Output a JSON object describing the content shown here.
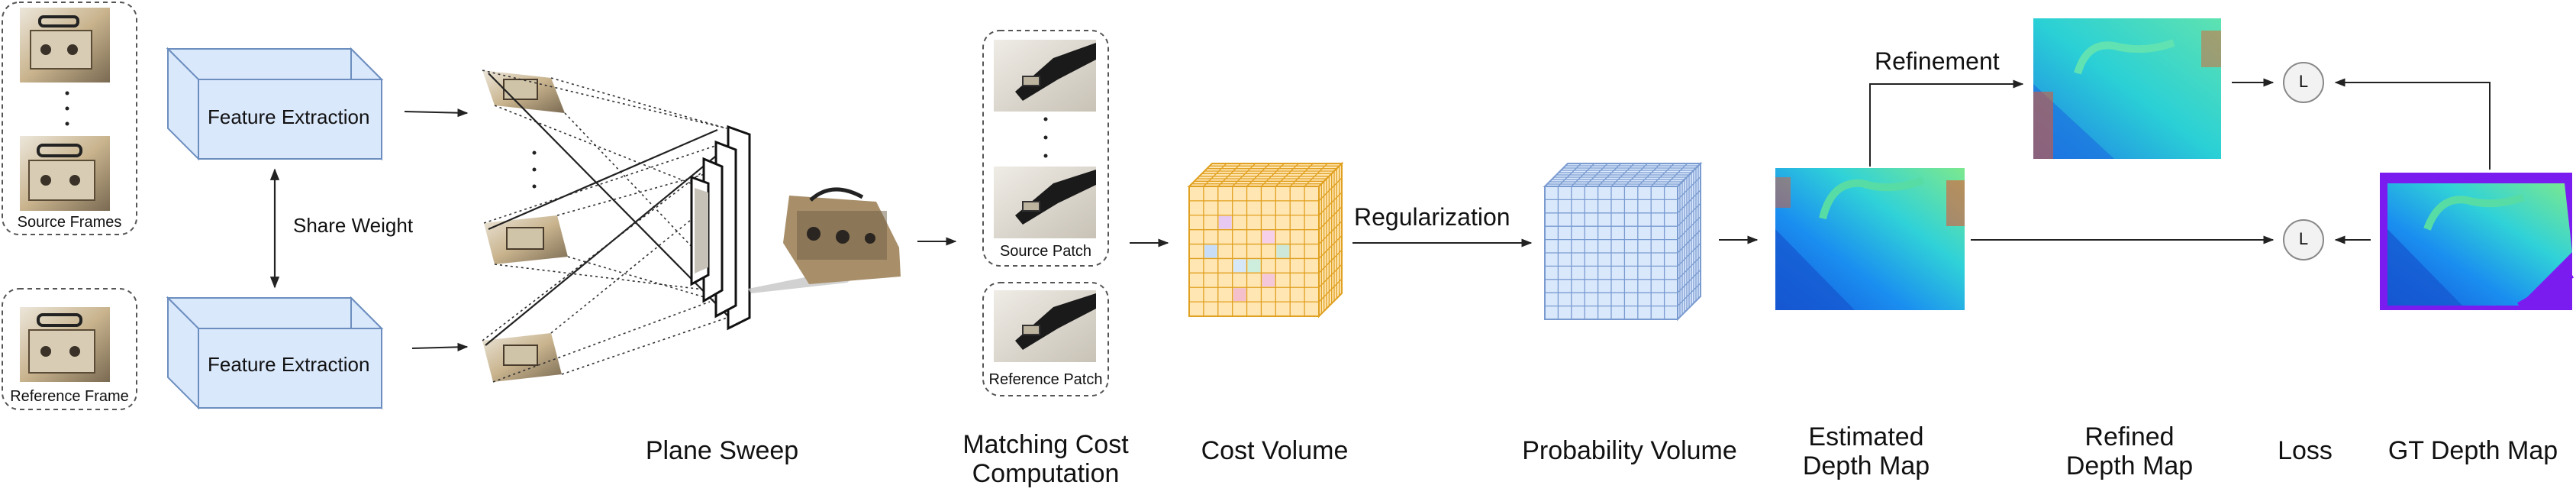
{
  "inputs": {
    "source_frames_label": "Source Frames",
    "reference_frame_label": "Reference Frame"
  },
  "feature_extraction": {
    "top_label": "Feature Extraction",
    "bottom_label": "Feature Extraction",
    "share_weight_label": "Share Weight"
  },
  "patches": {
    "source_patch_label": "Source Patch",
    "reference_patch_label": "Reference Patch"
  },
  "transitions": {
    "regularization_label": "Regularization",
    "refinement_label": "Refinement"
  },
  "loss": {
    "symbol_top": "L",
    "symbol_bottom": "L"
  },
  "stages": {
    "plane_sweep": "Plane Sweep",
    "matching_cost_line1": "Matching Cost",
    "matching_cost_line2": "Computation",
    "cost_volume": "Cost Volume",
    "probability_volume": "Probability Volume",
    "estimated_line1": "Estimated",
    "estimated_line2": "Depth Map",
    "refined_line1": "Refined",
    "refined_line2": "Depth Map",
    "loss": "Loss",
    "gt_depth_map": "GT Depth Map"
  },
  "colors": {
    "feature_block_fill": "#dae8fc",
    "feature_block_stroke": "#6c8ebf",
    "cost_volume_fill": "#ffe6b3",
    "cost_volume_stroke": "#e0a020",
    "prob_volume_fill": "#dae8fc",
    "prob_volume_stroke": "#7a9bd0",
    "depth_blue": "#1a7fe0",
    "depth_cyan": "#2ed6d0",
    "depth_green": "#6fe09a",
    "gt_purple": "#7a1cf0"
  },
  "icons": {
    "image_thumbnail": "photo-of-device-icon",
    "arrow": "arrow-right-icon",
    "loss": "loss-circle-icon"
  }
}
